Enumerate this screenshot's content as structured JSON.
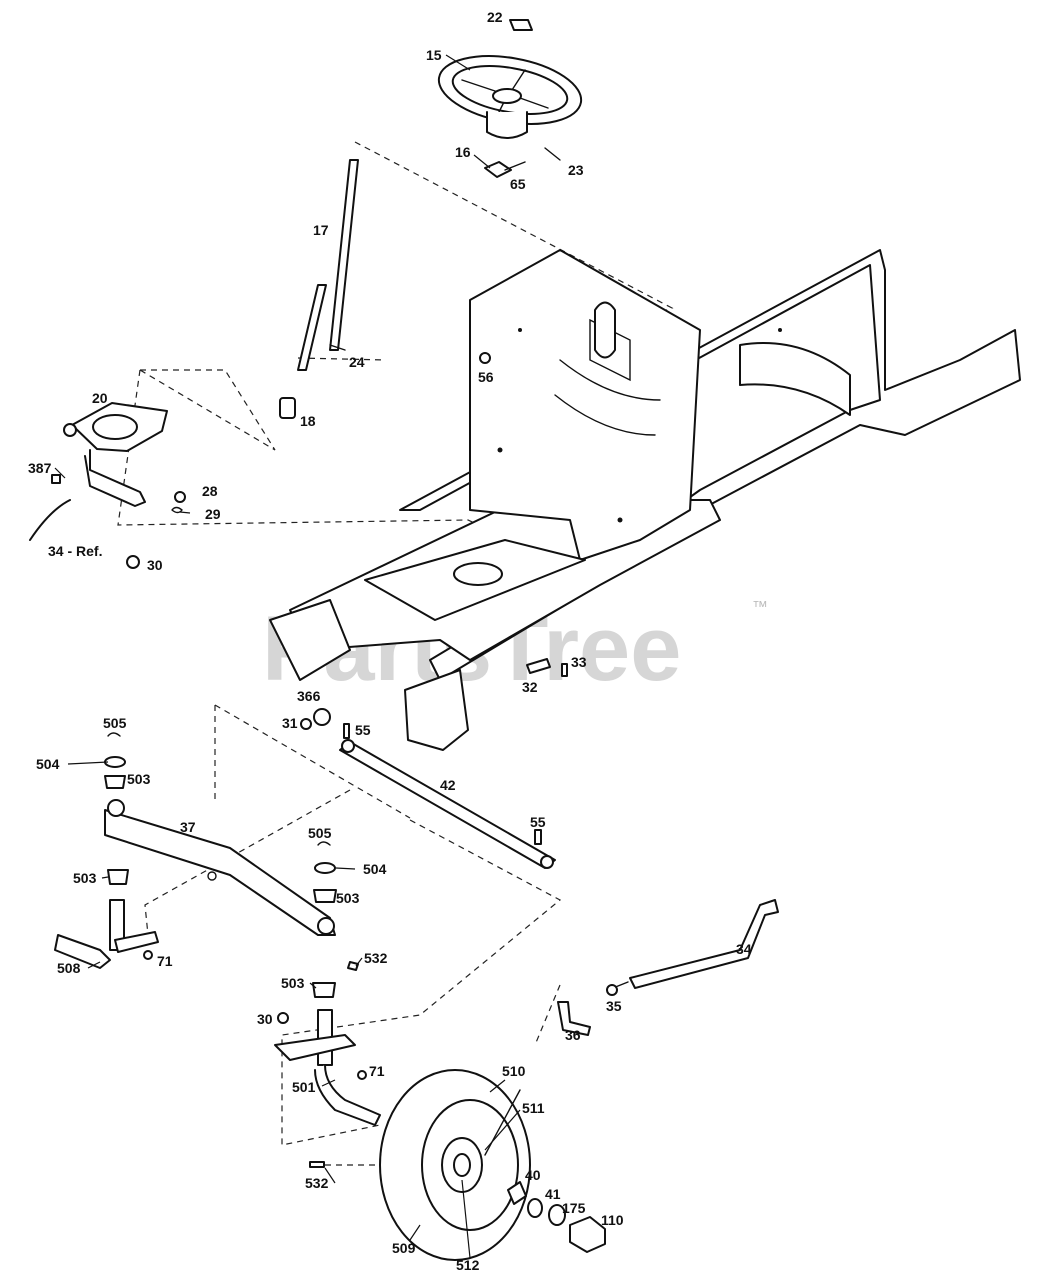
{
  "watermark": {
    "text": "PartsTree",
    "trademark": "™"
  },
  "callouts": [
    {
      "id": "c22",
      "text": "22"
    },
    {
      "id": "c15",
      "text": "15"
    },
    {
      "id": "c16",
      "text": "16"
    },
    {
      "id": "c65",
      "text": "65"
    },
    {
      "id": "c23",
      "text": "23"
    },
    {
      "id": "c17",
      "text": "17"
    },
    {
      "id": "c24",
      "text": "24"
    },
    {
      "id": "c56",
      "text": "56"
    },
    {
      "id": "c20",
      "text": "20"
    },
    {
      "id": "c18",
      "text": "18"
    },
    {
      "id": "c387",
      "text": "387"
    },
    {
      "id": "c28",
      "text": "28"
    },
    {
      "id": "c29",
      "text": "29"
    },
    {
      "id": "c34ref",
      "text": "34 - Ref."
    },
    {
      "id": "c30a",
      "text": "30"
    },
    {
      "id": "c33",
      "text": "33"
    },
    {
      "id": "c32",
      "text": "32"
    },
    {
      "id": "c366",
      "text": "366"
    },
    {
      "id": "c31",
      "text": "31"
    },
    {
      "id": "c55a",
      "text": "55"
    },
    {
      "id": "c505a",
      "text": "505"
    },
    {
      "id": "c504a",
      "text": "504"
    },
    {
      "id": "c503a",
      "text": "503"
    },
    {
      "id": "c42",
      "text": "42"
    },
    {
      "id": "c37",
      "text": "37"
    },
    {
      "id": "c55b",
      "text": "55"
    },
    {
      "id": "c505b",
      "text": "505"
    },
    {
      "id": "c504b",
      "text": "504"
    },
    {
      "id": "c503b",
      "text": "503"
    },
    {
      "id": "c503c",
      "text": "503"
    },
    {
      "id": "c508",
      "text": "508"
    },
    {
      "id": "c71a",
      "text": "71"
    },
    {
      "id": "c532a",
      "text": "532"
    },
    {
      "id": "c503d",
      "text": "503"
    },
    {
      "id": "c34",
      "text": "34"
    },
    {
      "id": "c35",
      "text": "35"
    },
    {
      "id": "c36",
      "text": "36"
    },
    {
      "id": "c30b",
      "text": "30"
    },
    {
      "id": "c71b",
      "text": "71"
    },
    {
      "id": "c501",
      "text": "501"
    },
    {
      "id": "c510",
      "text": "510"
    },
    {
      "id": "c511",
      "text": "511"
    },
    {
      "id": "c532b",
      "text": "532"
    },
    {
      "id": "c40",
      "text": "40"
    },
    {
      "id": "c41",
      "text": "41"
    },
    {
      "id": "c175",
      "text": "175"
    },
    {
      "id": "c110",
      "text": "110"
    },
    {
      "id": "c509",
      "text": "509"
    },
    {
      "id": "c512",
      "text": "512"
    }
  ]
}
